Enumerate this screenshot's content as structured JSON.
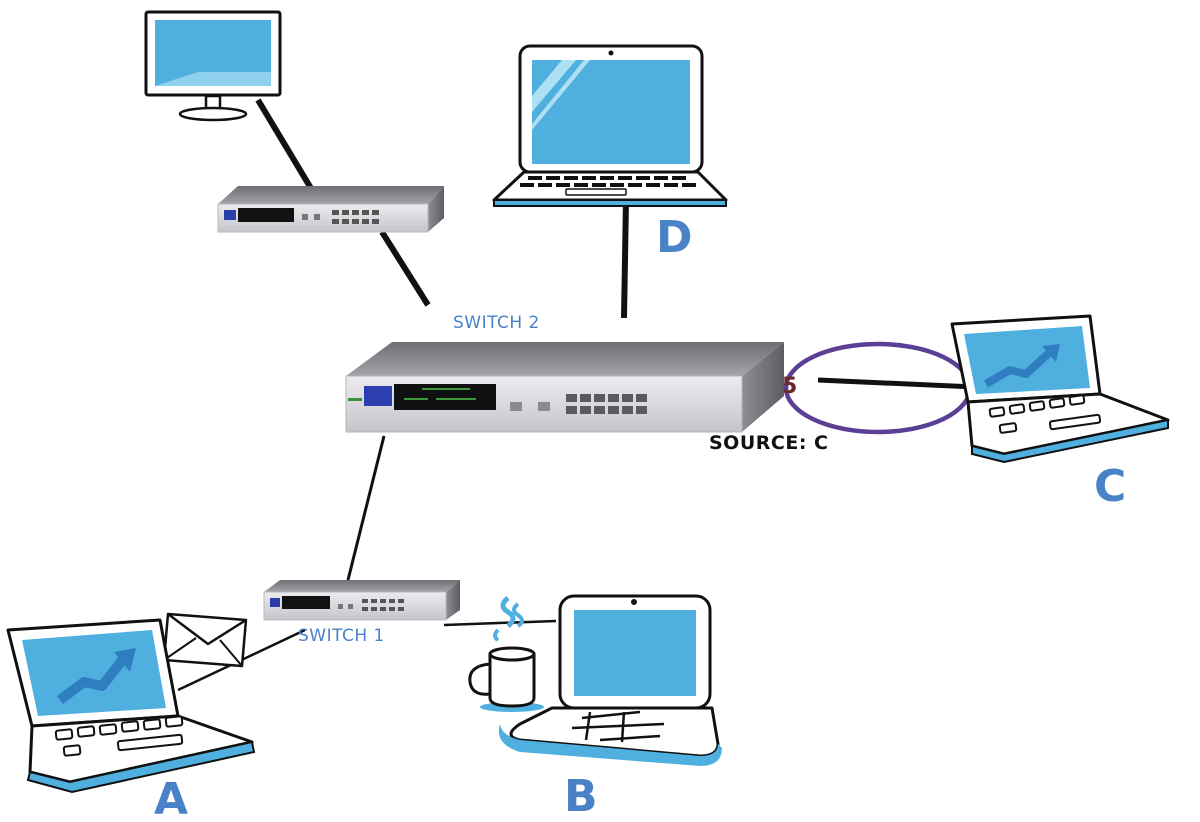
{
  "colors": {
    "accent_blue": "#4a82c8",
    "screen_blue": "#4fb0e0",
    "circle_purple": "#5b3f96",
    "cable": "#111111",
    "switch_body": "#d8d8dc",
    "port_text": "#6b2a2a"
  },
  "switches": {
    "top": {
      "label": ""
    },
    "switch2": {
      "label": "SWITCH 2",
      "source_label": "SOURCE: C",
      "port_number": "5"
    },
    "switch1": {
      "label": "SWITCH 1"
    }
  },
  "nodes": {
    "monitor": {
      "label": ""
    },
    "D": {
      "label": "D"
    },
    "C": {
      "label": "C"
    },
    "A": {
      "label": "A"
    },
    "B": {
      "label": "B"
    }
  },
  "icons": [
    "monitor-icon",
    "laptop-icon",
    "network-switch-icon",
    "envelope-icon",
    "coffee-mug-icon"
  ]
}
